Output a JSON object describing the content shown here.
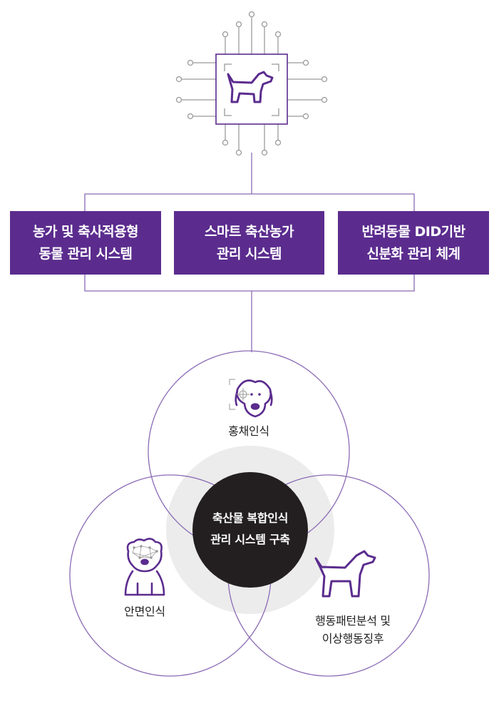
{
  "colors": {
    "accent": "#5b2c8e",
    "line": "#8a6bb5",
    "circuit": "#9a9a9a",
    "core": "#231f20",
    "halo": "#ececec"
  },
  "chip": {
    "icon": "dog-icon"
  },
  "systems": [
    {
      "label": "농가 및 축사적용형\n동물 관리 시스템"
    },
    {
      "label": "스마트 축산농가\n관리 시스템"
    },
    {
      "label": "반려동물 DID기반\n신분화 관리 체계"
    }
  ],
  "recognition": {
    "center": "축산물 복합인식\n관리 시스템 구축",
    "top": {
      "label": "홍채인식",
      "icon": "dog-face-scan-icon"
    },
    "left": {
      "label": "안면인식",
      "icon": "puppy-face-scan-icon"
    },
    "right": {
      "label": "행동패턴분석 및\n이상행동징후",
      "icon": "dog-walking-icon"
    }
  }
}
